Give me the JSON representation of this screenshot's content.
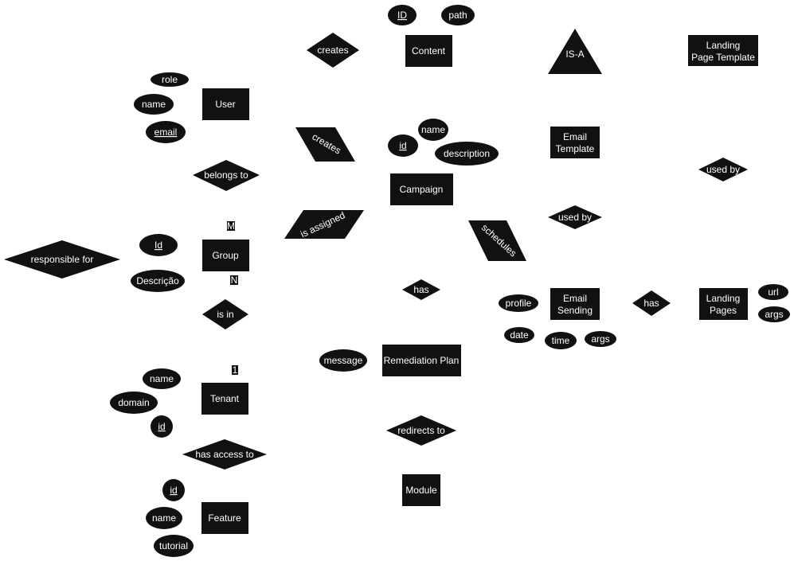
{
  "colors": {
    "shape_fill": "#111111",
    "text": "#ffffff",
    "background": "#ffffff"
  },
  "entities": {
    "content": "Content",
    "landing_page_template": [
      "Landing",
      "Page Template"
    ],
    "user": "User",
    "email_template": [
      "Email",
      "Template"
    ],
    "campaign": "Campaign",
    "group": "Group",
    "email_sending": [
      "Email",
      "Sending"
    ],
    "landing_pages": [
      "Landing",
      "Pages"
    ],
    "remediation_plan": "Remediation Plan",
    "tenant": "Tenant",
    "module": "Module",
    "feature": "Feature"
  },
  "relationships": {
    "creates_content": "creates",
    "creates_campaign": "creates",
    "belongs_to": "belongs to",
    "is_assigned": "is assigned",
    "schedules": "schedules",
    "used_by_email": "used by",
    "used_by_landing": "used by",
    "responsible_for": "responsible for",
    "has_remediation": "has",
    "has_landing": "has",
    "is_in": "is in",
    "redirects_to": "redirects to",
    "has_access_to": "has access to"
  },
  "attributes": {
    "content_id": "ID",
    "content_path": "path",
    "user_role": "role",
    "user_name": "name",
    "user_email": "email",
    "campaign_name": "name",
    "campaign_id": "id",
    "campaign_description": "description",
    "group_id": "Id",
    "group_descricao": "Descrição",
    "sending_profile": "profile",
    "sending_date": "date",
    "sending_time": "time",
    "sending_args": "args",
    "landing_url": "url",
    "landing_args": "args",
    "remediation_message": "message",
    "tenant_name": "name",
    "tenant_domain": "domain",
    "tenant_id": "id",
    "feature_id": "id",
    "feature_name": "name",
    "feature_tutorial": "tutorial"
  },
  "isa": "IS-A",
  "cardinalities": {
    "group_m": "M",
    "group_n": "N",
    "tenant_1": "1"
  }
}
